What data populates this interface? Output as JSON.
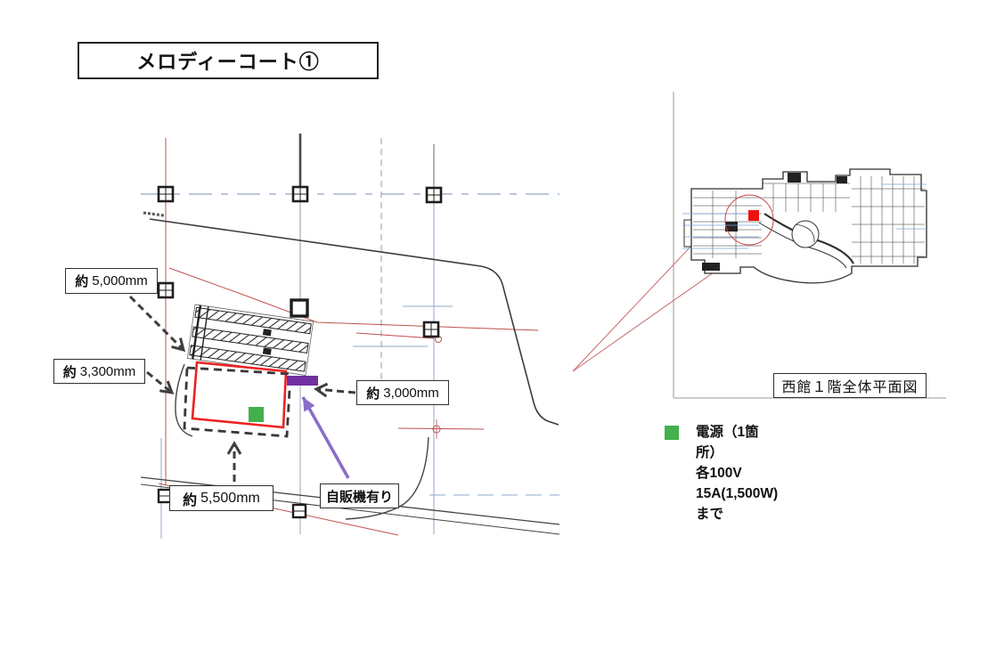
{
  "slide": {
    "background": "#ffffff"
  },
  "title": {
    "text": "メロディーコート①"
  },
  "main_plan": {
    "dims": {
      "d5000": {
        "prefix": "約",
        "value": "5,000mm"
      },
      "d3300": {
        "prefix": "約",
        "value": "3,300mm"
      },
      "d3000": {
        "prefix": "約",
        "value": "3,000mm"
      },
      "d5500": {
        "prefix": "約",
        "value": "5,500mm"
      }
    },
    "vending_label": {
      "text": "自販機有り"
    },
    "colors": {
      "event_area_red": "#ee2222",
      "proposed_area_dash": "#383838",
      "power_green": "#43b14b",
      "vending_purple": "#7030a0",
      "vending_arrow_purple": "#8a6fc8",
      "grid_red": "#c0504d",
      "grid_blue": "#8fa8c8"
    }
  },
  "overview": {
    "label": {
      "text": "西館１階全体平面図"
    },
    "marker_red": "#ee1111",
    "leader_red": "#c96a6a"
  },
  "legend": {
    "swatch_color": "#43b14b",
    "title": "電源（1箇所）",
    "detail": "各100V　15A(1,500W)まで"
  }
}
